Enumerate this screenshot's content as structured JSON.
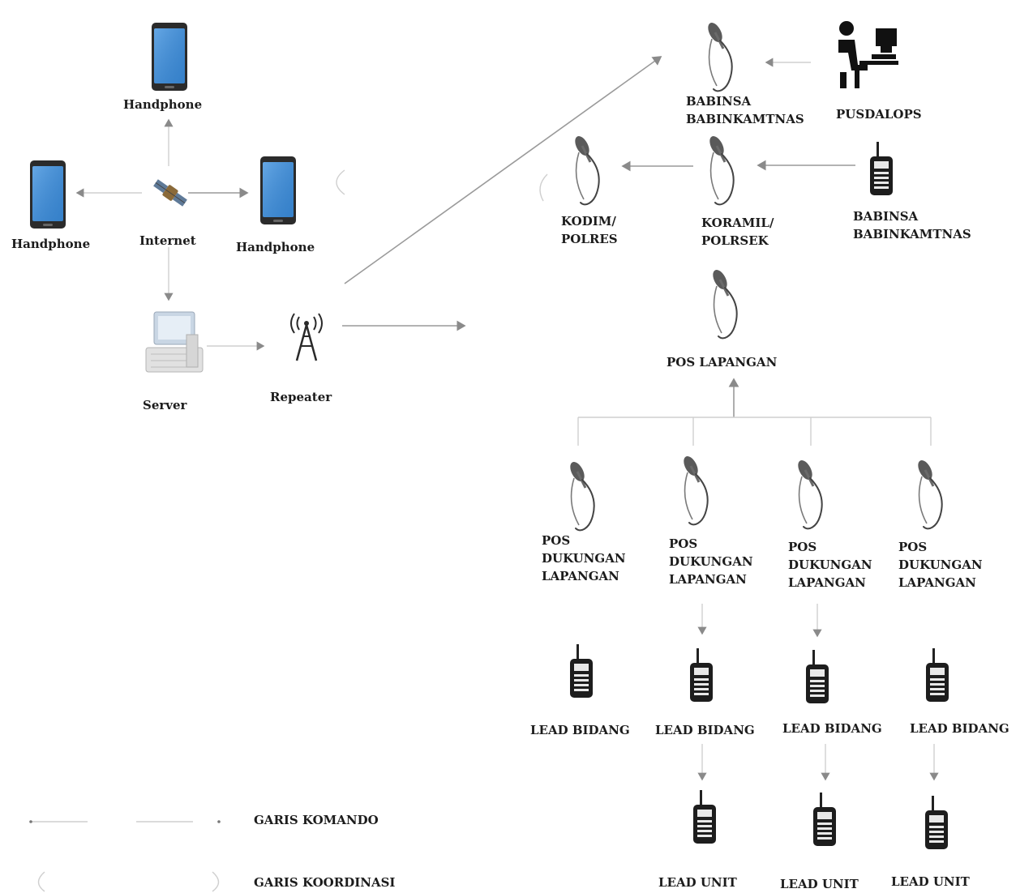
{
  "nodes": {
    "handphone_top": "Handphone",
    "handphone_left": "Handphone",
    "internet": "Internet",
    "handphone_right": "Handphone",
    "server": "Server",
    "repeater": "Repeater",
    "babinsa_top_line1": "BABINSA",
    "babinsa_top_line2": "BABINKAMTNAS",
    "pusdalops": "PUSDALOPS",
    "kodim_line1": "KODIM/",
    "kodim_line2": "POLRES",
    "koramil_line1": "KORAMIL/",
    "koramil_line2": "POLRSEK",
    "babinsa_radio_line1": "BABINSA",
    "babinsa_radio_line2": "BABINKAMTNAS",
    "pos_lapangan": "POS LAPANGAN",
    "pos_dukungan": [
      {
        "l1": "POS",
        "l2": "DUKUNGAN",
        "l3": "LAPANGAN"
      },
      {
        "l1": "POS",
        "l2": "DUKUNGAN",
        "l3": "LAPANGAN"
      },
      {
        "l1": "POS",
        "l2": "DUKUNGAN",
        "l3": "LAPANGAN"
      },
      {
        "l1": "POS",
        "l2": "DUKUNGAN",
        "l3": "LAPANGAN"
      }
    ],
    "lead_bidang": [
      "LEAD BIDANG",
      "LEAD BIDANG",
      "LEAD BIDANG",
      "LEAD BIDANG"
    ],
    "lead_unit": [
      "LEAD UNIT",
      "LEAD UNIT",
      "LEAD UNIT"
    ]
  },
  "legend": {
    "komando": "GARIS KOMANDO",
    "koordinasi": "GARIS KOORDINASI"
  },
  "colors": {
    "phone_screen": "#3f8fd8",
    "phone_body": "#2b2b2b",
    "line": "#9a9a9a",
    "text": "#1c1c1c"
  },
  "icons": {
    "phone": "smartphone-icon",
    "satellite": "satellite-icon",
    "server": "server-computer-icon",
    "tower": "radio-tower-icon",
    "mic": "microphone-icon",
    "radio": "walkie-talkie-icon",
    "operator": "computer-operator-icon"
  }
}
